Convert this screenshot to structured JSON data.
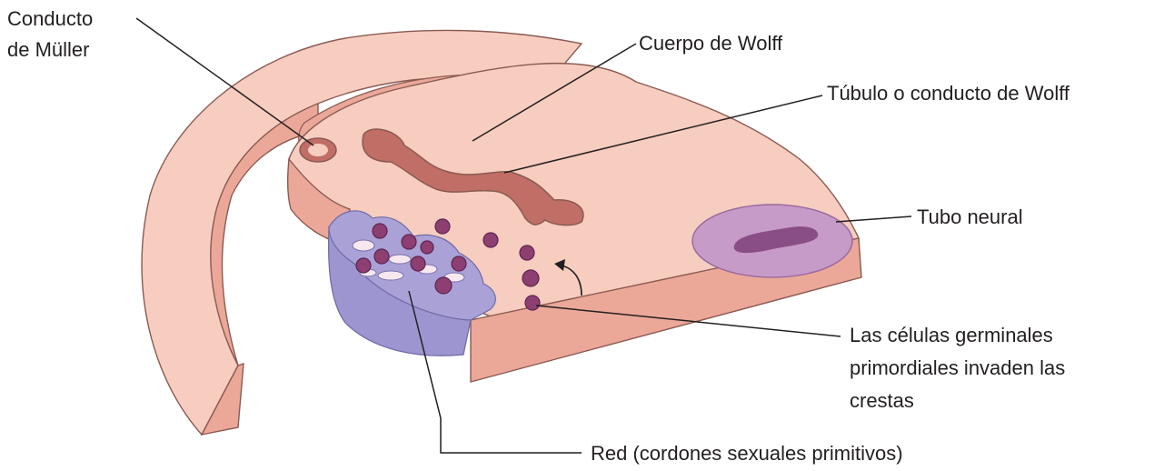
{
  "labels": {
    "muller_line1": "Conducto",
    "muller_line2": "de Müller",
    "wolff_body": "Cuerpo de Wolff",
    "wolff_tubule": "Túbulo o conducto de Wolff",
    "neural_tube": "Tubo neural",
    "germ_line1": "Las células germinales",
    "germ_line2": "primordiales invaden las",
    "germ_line3": "crestas",
    "rete": "Red (cordones sexuales primitivos)"
  },
  "colors": {
    "tissue_top": "#f6cdbf",
    "tissue_side": "#eba898",
    "tissue_edge": "#8a5a52",
    "tubule": "#c06e66",
    "rete_top": "#aaa2d6",
    "rete_side": "#9d95cf",
    "germ_cell": "#8e3f72",
    "neural_outer": "#c79bc8",
    "neural_lumen": "#8a4e86",
    "line": "#231f20"
  }
}
